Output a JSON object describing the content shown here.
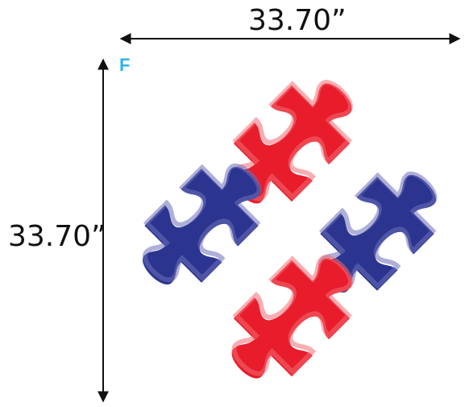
{
  "dimensions": {
    "width_label": "33.70”",
    "height_label": "33.70”"
  },
  "corner_letter": "F",
  "colors": {
    "letter": "#29b6e8",
    "red_piece": "#e81c2b",
    "red_highlight": "#f36b73",
    "blue_piece": "#2b3590",
    "blue_highlight": "#6d6fb8",
    "arrow": "#111111"
  },
  "pieces": [
    {
      "name": "top",
      "color": "red"
    },
    {
      "name": "left",
      "color": "blue"
    },
    {
      "name": "right",
      "color": "blue"
    },
    {
      "name": "bottom",
      "color": "red"
    }
  ]
}
